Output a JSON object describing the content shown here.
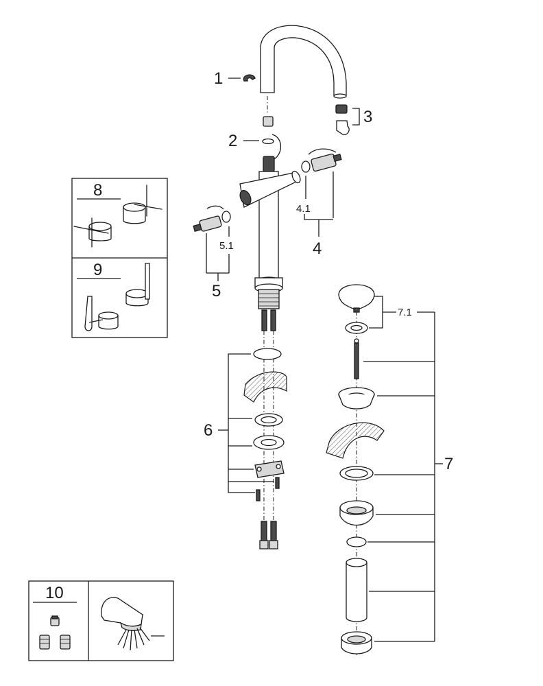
{
  "callouts": {
    "c1": "1",
    "c2": "2",
    "c3": "3",
    "c4": "4",
    "c4_1": "4.1",
    "c5": "5",
    "c5_1": "5.1",
    "c6": "6",
    "c7": "7",
    "c7_1": "7.1",
    "c8": "8",
    "c9": "9",
    "c10": "10"
  },
  "colors": {
    "line": "#1a1a1a",
    "fill_light": "#d8d8d8",
    "fill_dark": "#4a4a4a"
  }
}
